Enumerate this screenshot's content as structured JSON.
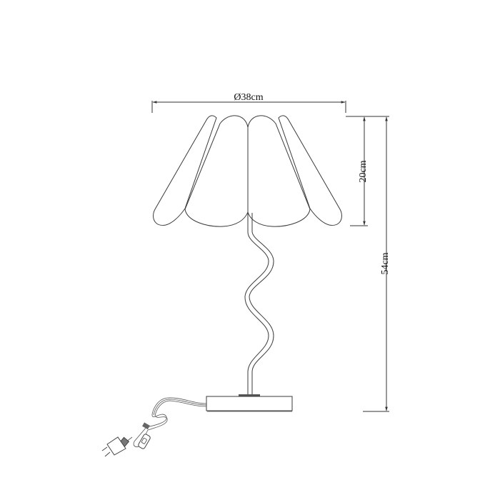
{
  "diagram": {
    "subject": "table lamp dimension drawing",
    "colors": {
      "line": "#3a3a3a",
      "dimension": "#333333",
      "background": "#ffffff"
    },
    "dimensions": {
      "shade_diameter": "Ø38cm",
      "shade_height": "20cm",
      "total_height": "54cm"
    },
    "parts": [
      "petal-shade",
      "wavy-stem",
      "round-base",
      "power-cord",
      "inline-switch",
      "plug"
    ]
  }
}
